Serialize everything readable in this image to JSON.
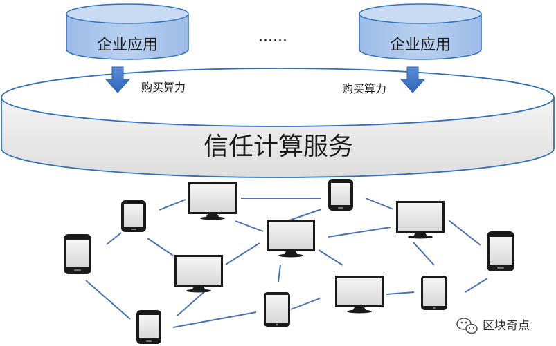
{
  "top_apps": {
    "left_label": "企业应用",
    "right_label": "企业应用",
    "ellipsis": "······"
  },
  "buy": {
    "left_label": "购买算力",
    "right_label": "购买算力"
  },
  "service": {
    "label": "信任计算服务"
  },
  "watermark": {
    "text": "区块奇点",
    "icon": "wechat-icon"
  },
  "colors": {
    "cylinder_fill": "#a9c4ea",
    "platform_top": "#ffffff",
    "platform_side": "#e9e9e9",
    "stroke": "#2f6fbe",
    "arrow": "#3a6fc4",
    "link": "#4a72b2"
  }
}
